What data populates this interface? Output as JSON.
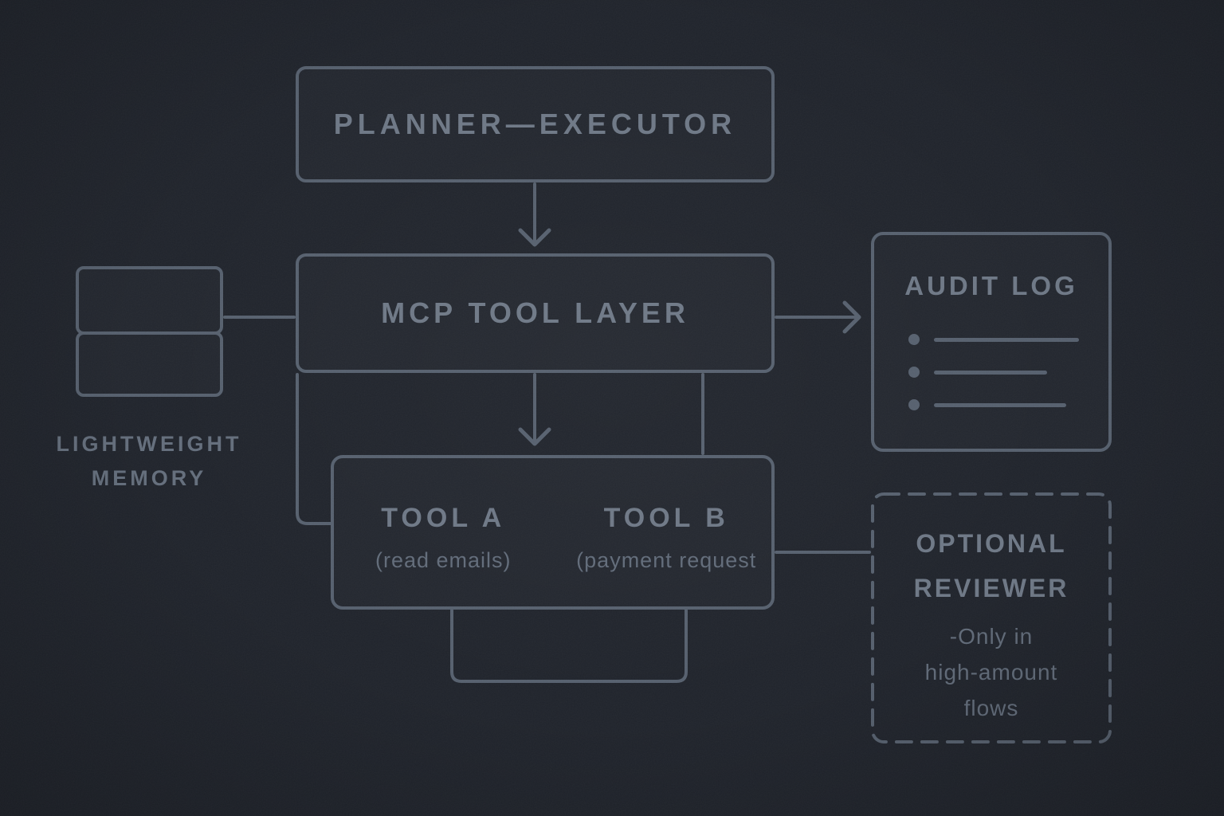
{
  "palette": {
    "background": "#20242c",
    "line": "#56606e",
    "title_text": "#6e7886",
    "secondary_text": "#616b79"
  },
  "nodes": {
    "planner": {
      "title": "PLANNER—EXECUTOR"
    },
    "mcp": {
      "title": "MCP TOOL LAYER"
    },
    "tools": {
      "tool_a": {
        "title": "TOOL A",
        "subtitle": "(read emails)"
      },
      "tool_b": {
        "title": "TOOL B",
        "subtitle": "(payment request"
      }
    },
    "audit": {
      "title": "AUDIT LOG",
      "entry_count": 3
    },
    "reviewer": {
      "title_lines": [
        "OPTIONAL",
        "REVIEWER"
      ],
      "note_lines": [
        "-Only in",
        "high-amount",
        "flows"
      ]
    },
    "memory": {
      "label_lines": [
        "LIGHTWEIGHT",
        "MEMORY"
      ]
    }
  }
}
